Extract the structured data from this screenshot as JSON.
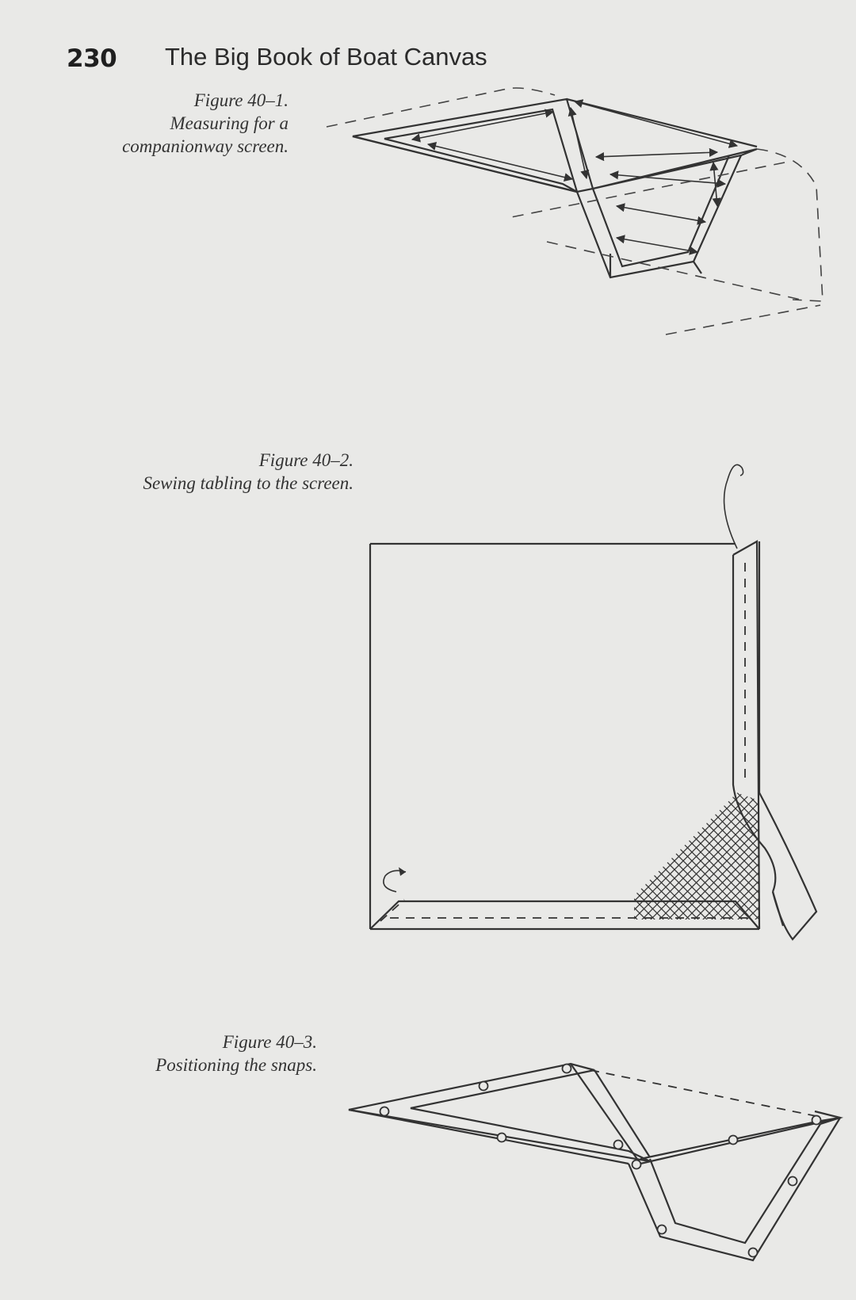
{
  "header": {
    "page_number": "230",
    "running_title": "The Big Book of Boat Canvas"
  },
  "figures": [
    {
      "caption_lines": [
        "Figure 40–1.",
        "Measuring for a",
        "companionway screen."
      ]
    },
    {
      "caption_lines": [
        "Figure 40–2.",
        "Sewing tabling to the screen."
      ]
    },
    {
      "caption_lines": [
        "Figure 40–3.",
        "Positioning the snaps."
      ]
    }
  ]
}
